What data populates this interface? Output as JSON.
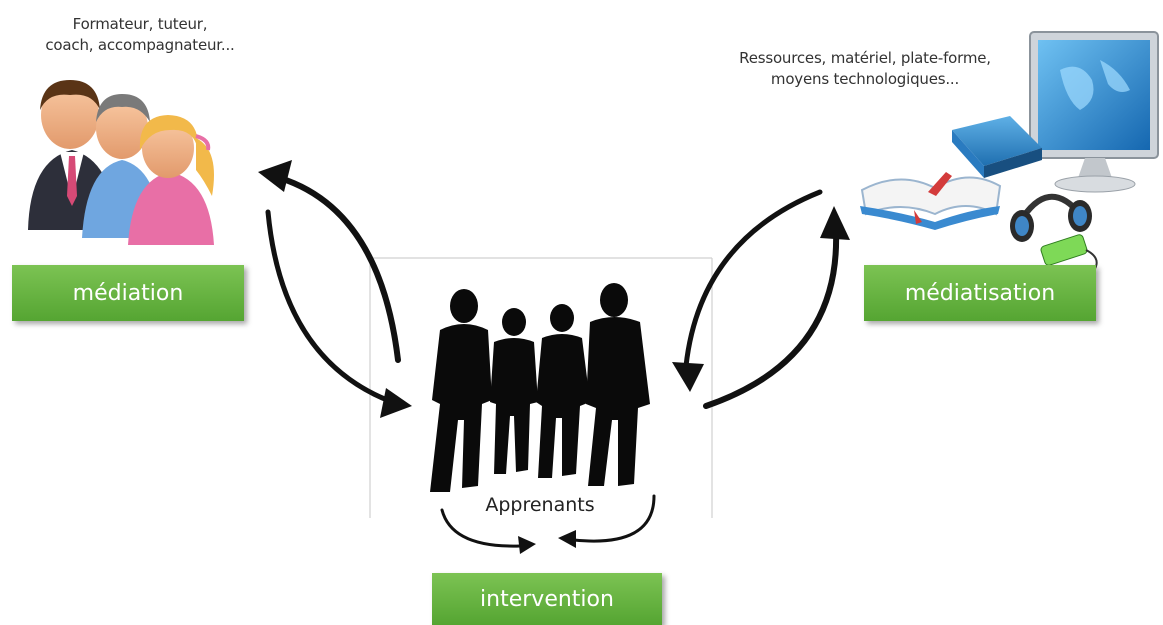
{
  "notes": {
    "left": [
      "Formateur, tuteur,",
      "coach, accompagnateur..."
    ],
    "right": [
      "Ressources, matériel, plate-forme,",
      "moyens technologiques..."
    ]
  },
  "boxes": {
    "mediation": "médiation",
    "mediatisation": "médiatisation",
    "intervention": "intervention"
  },
  "center_label": "Apprenants",
  "colors": {
    "box_green": "#5fb13b",
    "arrow": "#111111",
    "frame": "#d0d0d0",
    "silhouette": "#0a0a0a"
  },
  "icons": [
    "people-group-icon",
    "computer-resources-icon",
    "learners-silhouette-icon"
  ]
}
